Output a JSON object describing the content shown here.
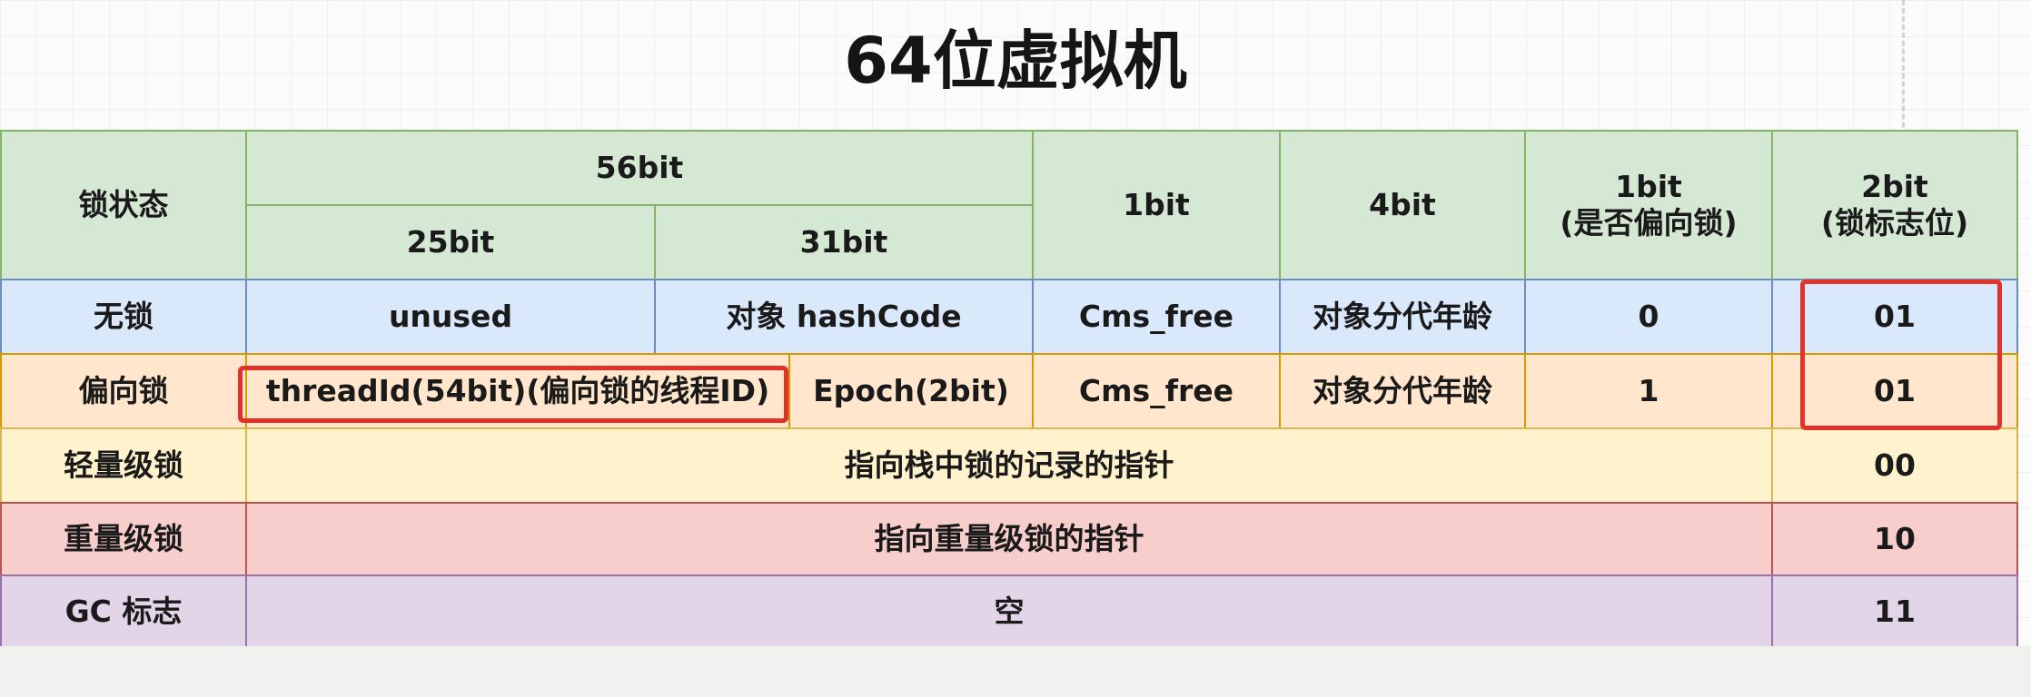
{
  "title": "64位虚拟机",
  "header": {
    "lock_state": "锁状态",
    "bits_56": "56bit",
    "bits_25": "25bit",
    "bits_31": "31bit",
    "bits_1": "1bit",
    "bits_4": "4bit",
    "biased_bit_size": "1bit",
    "biased_bit_desc": "(是否偏向锁)",
    "flag_bit_size": "2bit",
    "flag_bit_desc": "(锁标志位)"
  },
  "rows": {
    "unlocked": {
      "state": "无锁",
      "bits25": "unused",
      "bits31": "对象 hashCode",
      "bit1": "Cms_free",
      "bits4": "对象分代年龄",
      "biased": "0",
      "flag": "01"
    },
    "biased": {
      "state": "偏向锁",
      "thread": "threadId(54bit)(偏向锁的线程ID)",
      "epoch": "Epoch(2bit)",
      "bit1": "Cms_free",
      "bits4": "对象分代年龄",
      "biased": "1",
      "flag": "01"
    },
    "lightweight": {
      "state": "轻量级锁",
      "content": "指向栈中锁的记录的指针",
      "flag": "00"
    },
    "heavyweight": {
      "state": "重量级锁",
      "content": "指向重量级锁的指针",
      "flag": "10"
    },
    "gc": {
      "state": "GC 标志",
      "content": "空",
      "flag": "11"
    }
  },
  "colors": {
    "header": "#d5e8d4",
    "unlocked": "#dae8fc",
    "biased": "#ffe6cc",
    "lightweight": "#fff2cc",
    "heavyweight": "#f8cecc",
    "gc": "#e1d5e7",
    "highlight": "#e0312b"
  }
}
